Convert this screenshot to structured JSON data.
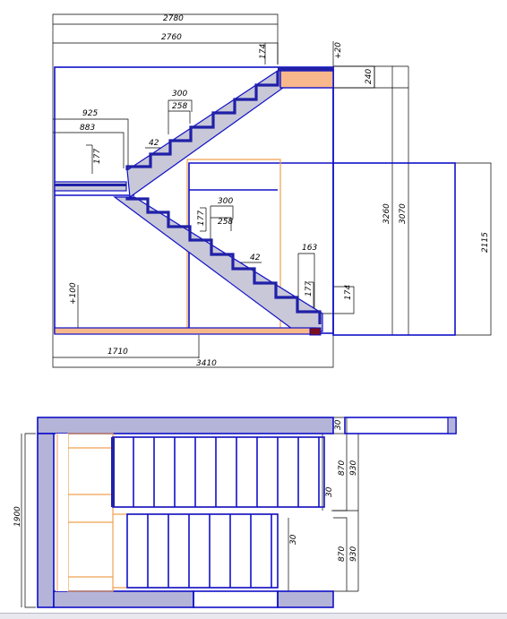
{
  "elevation": {
    "top_dims": [
      "2780",
      "2760",
      "174",
      "+20",
      "240"
    ],
    "upper_flight_dims": [
      "300",
      "258",
      "42"
    ],
    "landing_dims": [
      "925",
      "883",
      "177"
    ],
    "lower_flight_dims": [
      "300",
      "177",
      "258",
      "42",
      "163",
      "177",
      "174"
    ],
    "right_dims": [
      "3070",
      "3260",
      "2115"
    ],
    "bottom_dims": [
      "+100",
      "1710",
      "3410"
    ]
  },
  "plan": {
    "dims": [
      "30",
      "870",
      "930",
      "30",
      "1900",
      "30",
      "870",
      "930"
    ]
  },
  "colors": {
    "outline": "#1010c8",
    "tread": "#2020a8",
    "stringer_fill": "#c8c8d8",
    "wall_fill": "#b4b4d8",
    "wood": "#f0a050",
    "floor_fill": "#f8b88c",
    "dark_red": "#7a1020"
  }
}
